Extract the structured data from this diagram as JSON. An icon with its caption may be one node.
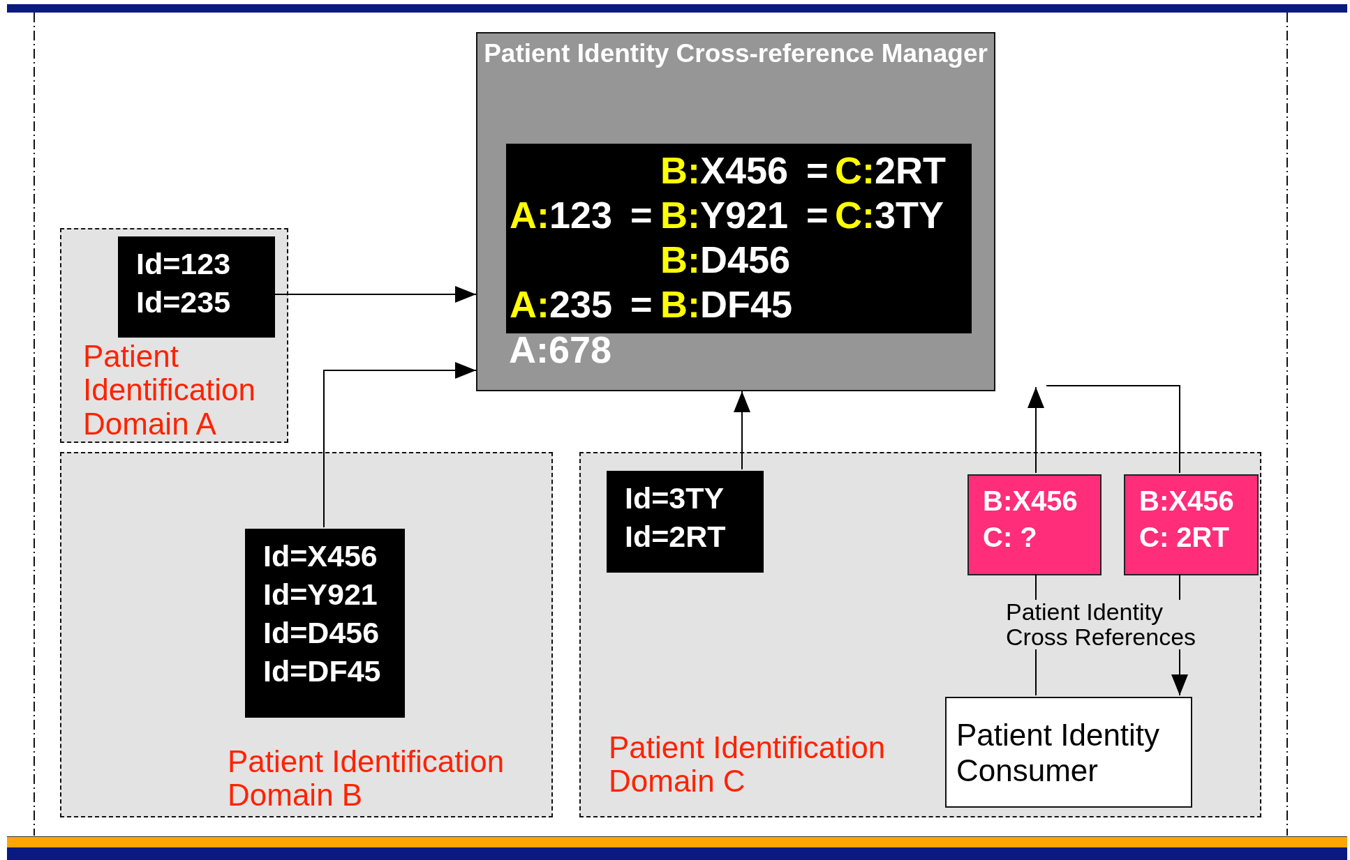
{
  "diagram": {
    "nodes": [
      {
        "text": [
          "Patient Identity Cross-reference Manager",
          "A:678"
        ]
      },
      {
        "text": [
          "B:X456 = C:2RT",
          "A:123 = B:Y921 = C:3TY",
          "B:D456",
          "A:235 = B:DF45"
        ],
        "in": 0
      },
      {
        "text": [
          "Patient Identification Domain A"
        ]
      },
      {
        "text": [
          "Id=123",
          "Id=235"
        ],
        "in": 2
      },
      {
        "text": [
          "Patient Identification Domain B"
        ]
      },
      {
        "text": [
          "Id=X456",
          "Id=Y921",
          "Id=D456",
          "Id=DF45"
        ],
        "in": 4
      },
      {
        "text": [
          "Patient Identification Domain C"
        ]
      },
      {
        "text": [
          "Id=3TY",
          "Id=2RT"
        ],
        "in": 6
      },
      {
        "text": [
          "B:X456",
          "C: ?"
        ],
        "in": 6
      },
      {
        "text": [
          "B:X456",
          "C: 2RT"
        ],
        "in": 6
      },
      {
        "text": [
          "Patient Identity Consumer"
        ],
        "in": 6
      }
    ],
    "edges": [
      {
        "from": 3,
        "to": 0,
        "arrow": "to"
      },
      {
        "from": 5,
        "to": 0,
        "arrow": "to"
      },
      {
        "from": 7,
        "to": 0,
        "arrow": "to"
      },
      {
        "from": 8,
        "to": null,
        "arrow": "to"
      },
      {
        "from": 10,
        "to": 8,
        "arrow": "none"
      },
      {
        "from": null,
        "to": 9,
        "arrow": "none"
      },
      {
        "from": 9,
        "to": 10,
        "arrow": "to"
      }
    ],
    "labels": [
      "Patient Identity Cross References"
    ]
  }
}
